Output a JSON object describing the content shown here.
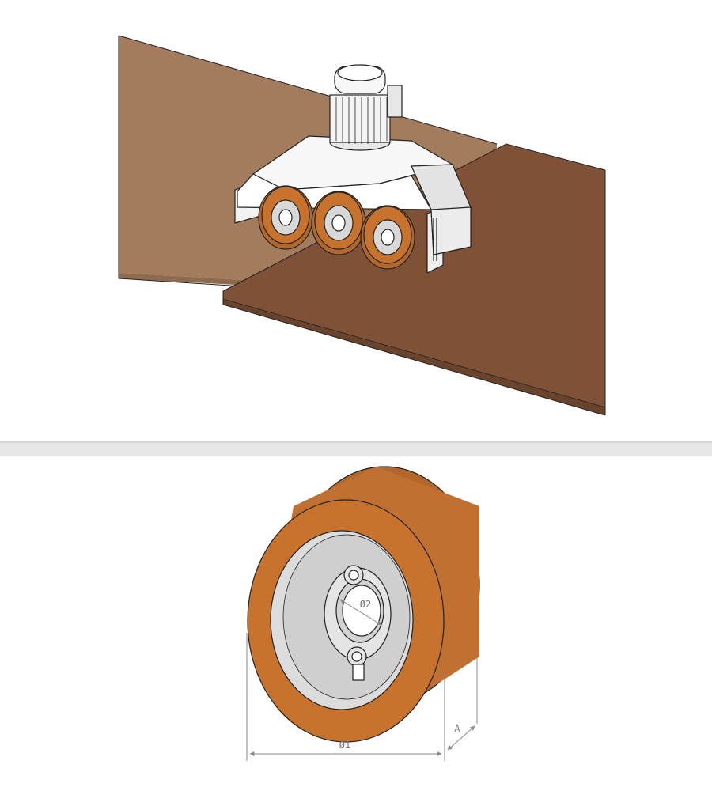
{
  "colors": {
    "board_light": "#a27c5d",
    "board_dark": "#7f5237",
    "wheel_orange": "#c7732e",
    "wheel_orange_dark": "#b3672a",
    "hub_gray": "#d8d8d8",
    "divider_gray": "#e6e6e6",
    "dimension_gray": "#8a8a8a"
  },
  "icons": {
    "motor": "electric-motor-icon",
    "wheel": "feed-roller-wheel-icon"
  },
  "dimensions": {
    "outer_diameter": "Ø1",
    "bore_diameter": "Ø2",
    "width": "A"
  }
}
